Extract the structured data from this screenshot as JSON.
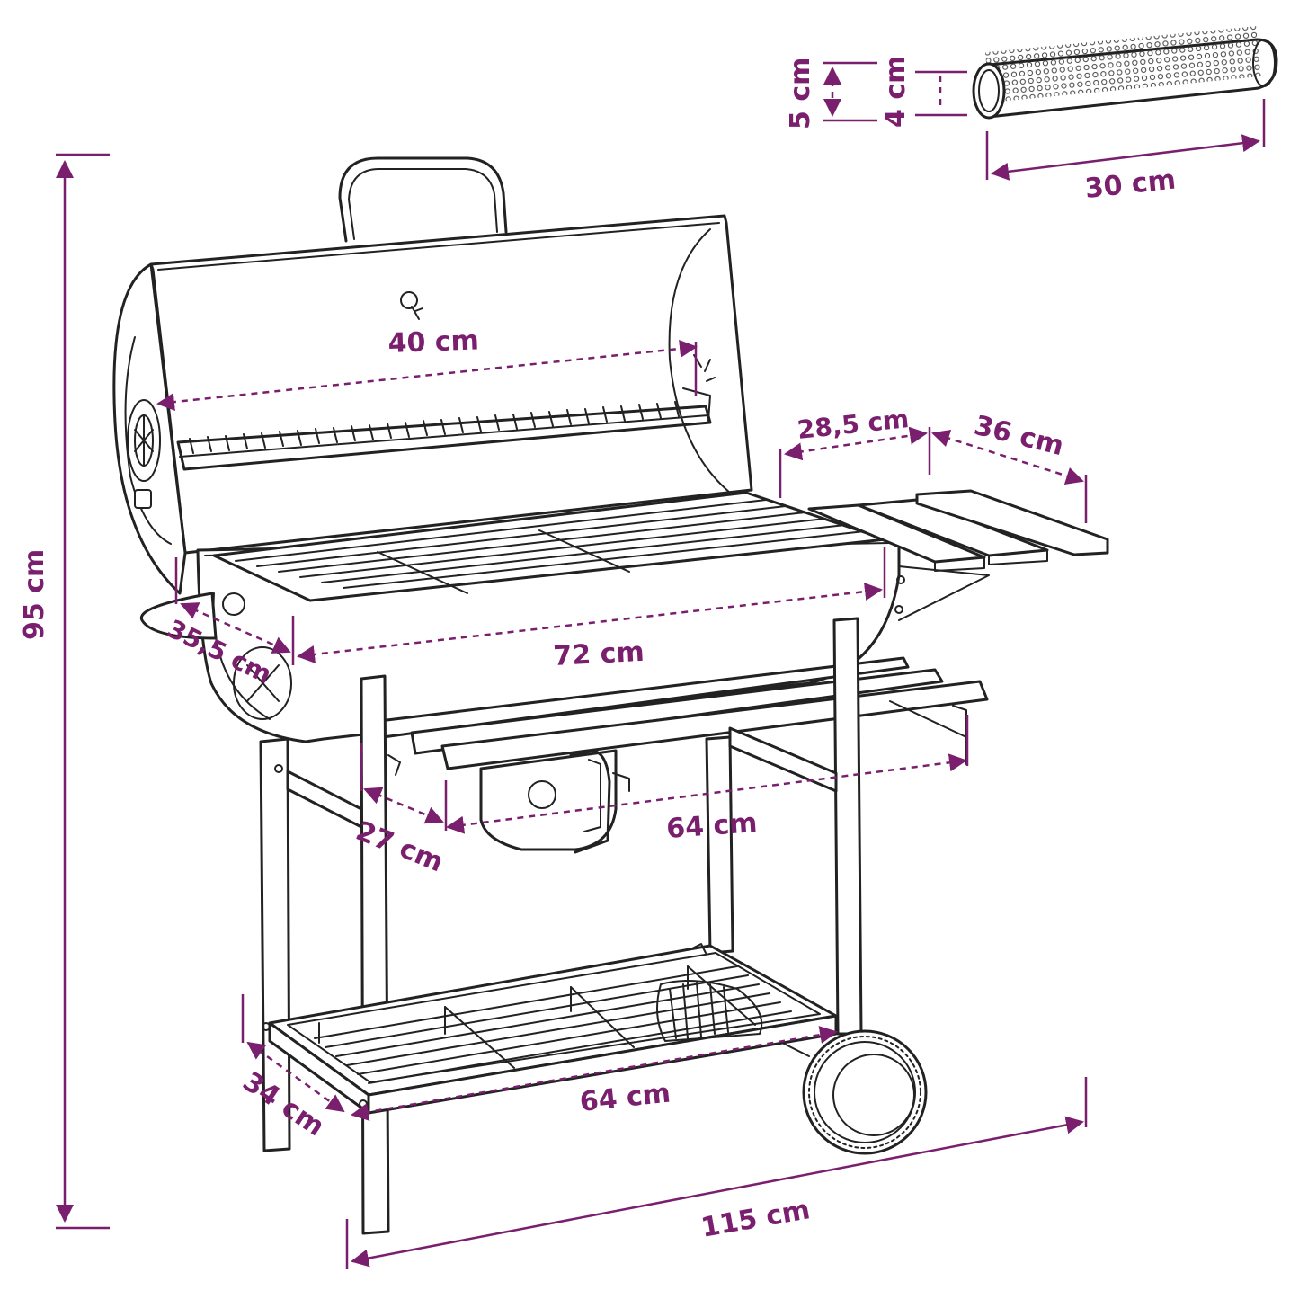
{
  "colors": {
    "accent": "#7a1f6e",
    "line": "#222222",
    "background": "#ffffff"
  },
  "dimensions": {
    "total_height": "95 cm",
    "total_width": "115 cm",
    "lid_rack_width": "40 cm",
    "grill_width": "72 cm",
    "grill_depth": "35,5 cm",
    "side_shelf_width": "28,5 cm",
    "side_shelf_depth": "36 cm",
    "front_shelf_width": "64 cm",
    "front_shelf_depth": "27 cm",
    "bottom_shelf_width": "64 cm",
    "bottom_shelf_depth": "34 cm",
    "tube_outer_diameter": "5 cm",
    "tube_inner_diameter": "4 cm",
    "tube_length": "30 cm"
  }
}
